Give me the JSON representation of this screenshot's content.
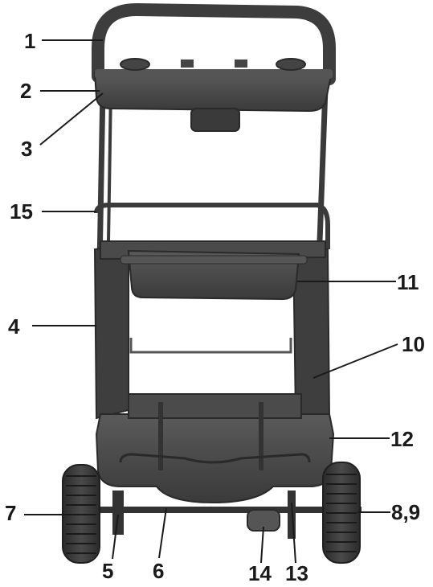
{
  "labels": {
    "l1": "1",
    "l2": "2",
    "l3": "3",
    "l4": "4",
    "l5": "5",
    "l6": "6",
    "l7": "7",
    "l89": "8,9",
    "l10": "10",
    "l11": "11",
    "l12": "12",
    "l13": "13",
    "l14": "14",
    "l15": "15"
  },
  "colors": {
    "frame": "#3b3b3b",
    "plastic": "#4a4a4a",
    "plastic_dark": "#2e2e2e",
    "wheel": "#3a3a3a",
    "wheel_tread": "#1f1f1f",
    "leader_line": "#1a1a1a",
    "background": "#ffffff"
  }
}
